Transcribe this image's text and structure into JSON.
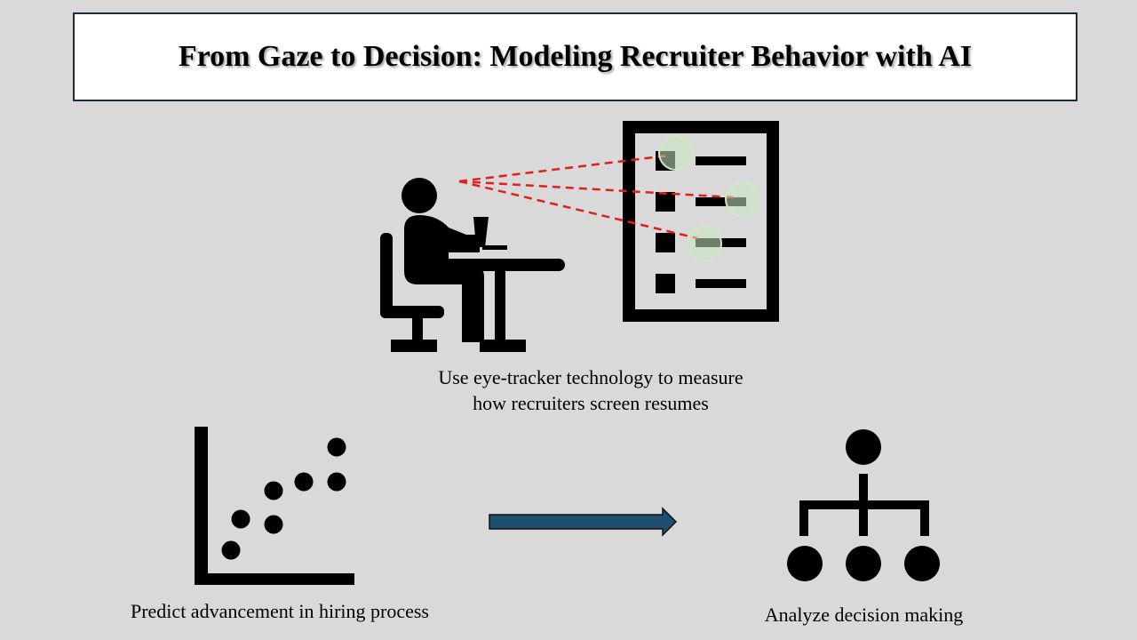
{
  "title": "From Gaze to Decision: Modeling Recruiter Behavior with AI",
  "eye_tracking": {
    "caption_line1": "Use eye-tracker technology to measure",
    "caption_line2": "how recruiters screen resumes",
    "icons": [
      "person-at-desk-icon",
      "resume-document-icon",
      "gaze-line",
      "gaze-fixation-circle"
    ]
  },
  "prediction": {
    "caption": "Predict advancement in hiring process",
    "icon": "scatter-plot-icon"
  },
  "decision": {
    "caption": "Analyze decision making",
    "icon": "hierarchy-icon"
  },
  "colors": {
    "background": "#d9d9d9",
    "gaze_line": "#e0201c",
    "fixation": "#c8e6c0",
    "arrow": "#1f4e6e"
  }
}
